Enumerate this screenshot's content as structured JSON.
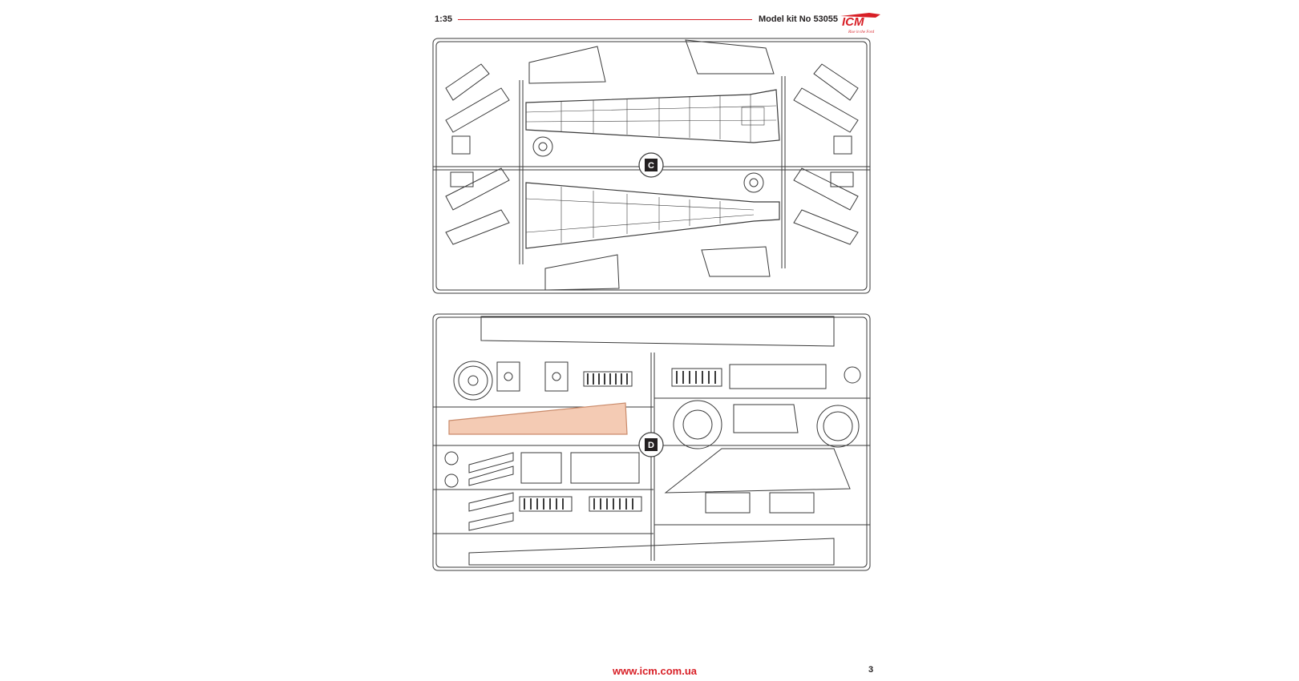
{
  "header": {
    "scale": "1:35",
    "kit_label": "Model kit No 53055",
    "brand": "ICM",
    "brand_tagline": "Rise in the Ford"
  },
  "sprues": [
    {
      "letter": "C",
      "highlighted_part": false
    },
    {
      "letter": "D",
      "highlighted_part": true
    }
  ],
  "colors": {
    "brand_red": "#d81f26",
    "line_art": "#3a3a3a",
    "highlight_fill": "#f4cbb4"
  },
  "footer": {
    "url": "www.icm.com.ua",
    "page_number": "3"
  }
}
